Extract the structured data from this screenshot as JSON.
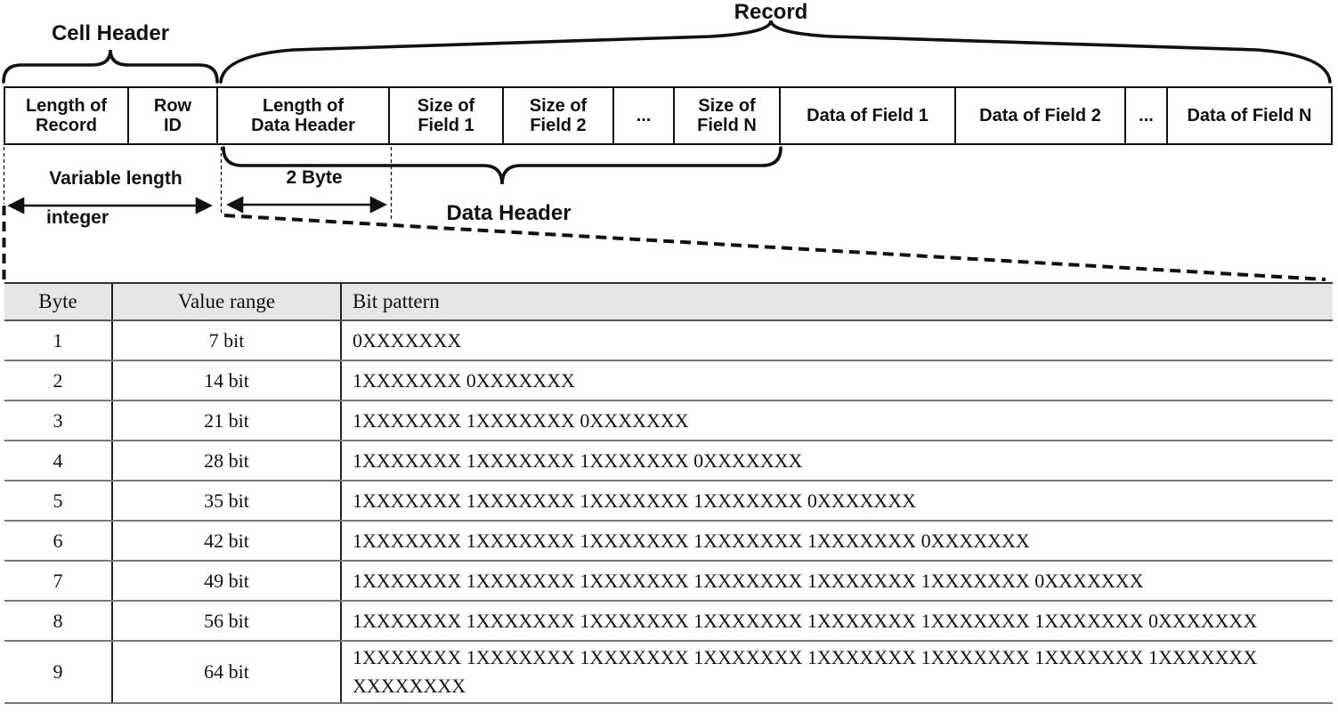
{
  "diagram": {
    "titles": {
      "cell_header": "Cell Header",
      "record": "Record",
      "data_header": "Data Header"
    },
    "boxes": [
      "Length of\nRecord",
      "Row\nID",
      "Length of\nData Header",
      "Size of\nField 1",
      "Size of\nField 2",
      "...",
      "Size of\nField N",
      "Data of Field 1",
      "Data of Field 2",
      "...",
      "Data of Field N"
    ],
    "annotations": {
      "variable_length_line1": "Variable length",
      "variable_length_line2": "integer",
      "two_byte": "2 Byte"
    }
  },
  "table": {
    "columns": [
      "Byte",
      "Value range",
      "Bit pattern"
    ],
    "rows": [
      [
        "1",
        "7 bit",
        "0XXXXXXX"
      ],
      [
        "2",
        "14 bit",
        "1XXXXXXX 0XXXXXXX"
      ],
      [
        "3",
        "21 bit",
        "1XXXXXXX 1XXXXXXX 0XXXXXXX"
      ],
      [
        "4",
        "28 bit",
        "1XXXXXXX 1XXXXXXX 1XXXXXXX 0XXXXXXX"
      ],
      [
        "5",
        "35 bit",
        "1XXXXXXX 1XXXXXXX 1XXXXXXX 1XXXXXXX 0XXXXXXX"
      ],
      [
        "6",
        "42 bit",
        "1XXXXXXX 1XXXXXXX 1XXXXXXX 1XXXXXXX 1XXXXXXX 0XXXXXXX"
      ],
      [
        "7",
        "49 bit",
        "1XXXXXXX 1XXXXXXX 1XXXXXXX 1XXXXXXX 1XXXXXXX 1XXXXXXX 0XXXXXXX"
      ],
      [
        "8",
        "56 bit",
        "1XXXXXXX 1XXXXXXX 1XXXXXXX 1XXXXXXX 1XXXXXXX 1XXXXXXX 1XXXXXXX 0XXXXXXX"
      ],
      [
        "9",
        "64 bit",
        "1XXXXXXX 1XXXXXXX 1XXXXXXX 1XXXXXXX 1XXXXXXX 1XXXXXXX 1XXXXXXX 1XXXXXXX\nXXXXXXXX"
      ]
    ]
  },
  "colors": {
    "ink": "#111111",
    "table_header_bg": "#e6e6e6"
  }
}
